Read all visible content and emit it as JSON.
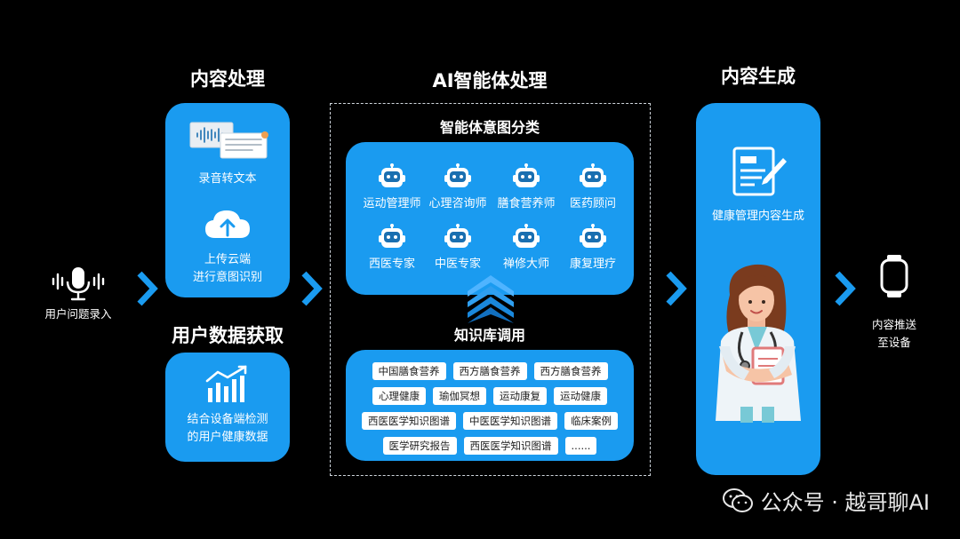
{
  "input": {
    "label": "用户问题录入"
  },
  "content_processing": {
    "title": "内容处理",
    "step1": "录音转文本",
    "step2_line1": "上传云端",
    "step2_line2": "进行意图识别"
  },
  "user_data": {
    "title": "用户数据获取",
    "line1": "结合设备端检测",
    "line2": "的用户健康数据"
  },
  "ai_processing": {
    "title": "AI智能体处理",
    "intent_title": "智能体意图分类",
    "agents": [
      "运动管理师",
      "心理咨询师",
      "膳食营养师",
      "医药顾问",
      "西医专家",
      "中医专家",
      "禅修大师",
      "康复理疗"
    ],
    "kb_title": "知识库调用",
    "kb_rows": [
      [
        "中国膳食营养",
        "西方膳食营养",
        "西方膳食营养"
      ],
      [
        "心理健康",
        "瑜伽冥想",
        "运动康复",
        "运动健康"
      ],
      [
        "西医医学知识图谱",
        "中医医学知识图谱",
        "临床案例"
      ],
      [
        "医学研究报告",
        "西医医学知识图谱",
        "......"
      ]
    ]
  },
  "content_generation": {
    "title": "内容生成",
    "label": "健康管理内容生成"
  },
  "output": {
    "line1": "内容推送",
    "line2": "至设备"
  },
  "watermark": {
    "text": "公众号 · 越哥聊AI"
  },
  "colors": {
    "accent": "#1a9bf0",
    "background": "#000000"
  }
}
